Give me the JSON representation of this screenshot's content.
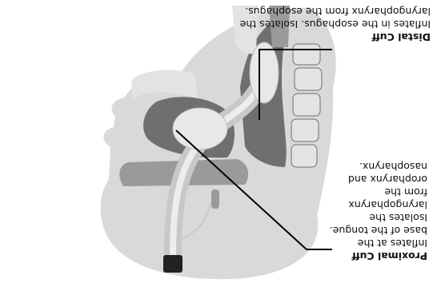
{
  "colors": {
    "head": "#d9d9d9",
    "tissue_dark": "#6f6f6f",
    "tissue_mid": "#9a9a9a",
    "bone": "#e3e3e3",
    "cuff": "#e8e8e8",
    "tube": "#c8c8c8",
    "leader": "#000000"
  },
  "labels": {
    "proximal": {
      "title": "Proximal Cuff",
      "desc": "Inflates at the\nbase of the tongue.\nIsolates the\nlaryngopharynx\nfrom the\noropharynx and\nnasopharynx."
    },
    "distal": {
      "title": "Distal Cuff",
      "desc": "Inflates in the esophagus.  Isolates the\nlaryngopharynx from the esophagus."
    }
  }
}
